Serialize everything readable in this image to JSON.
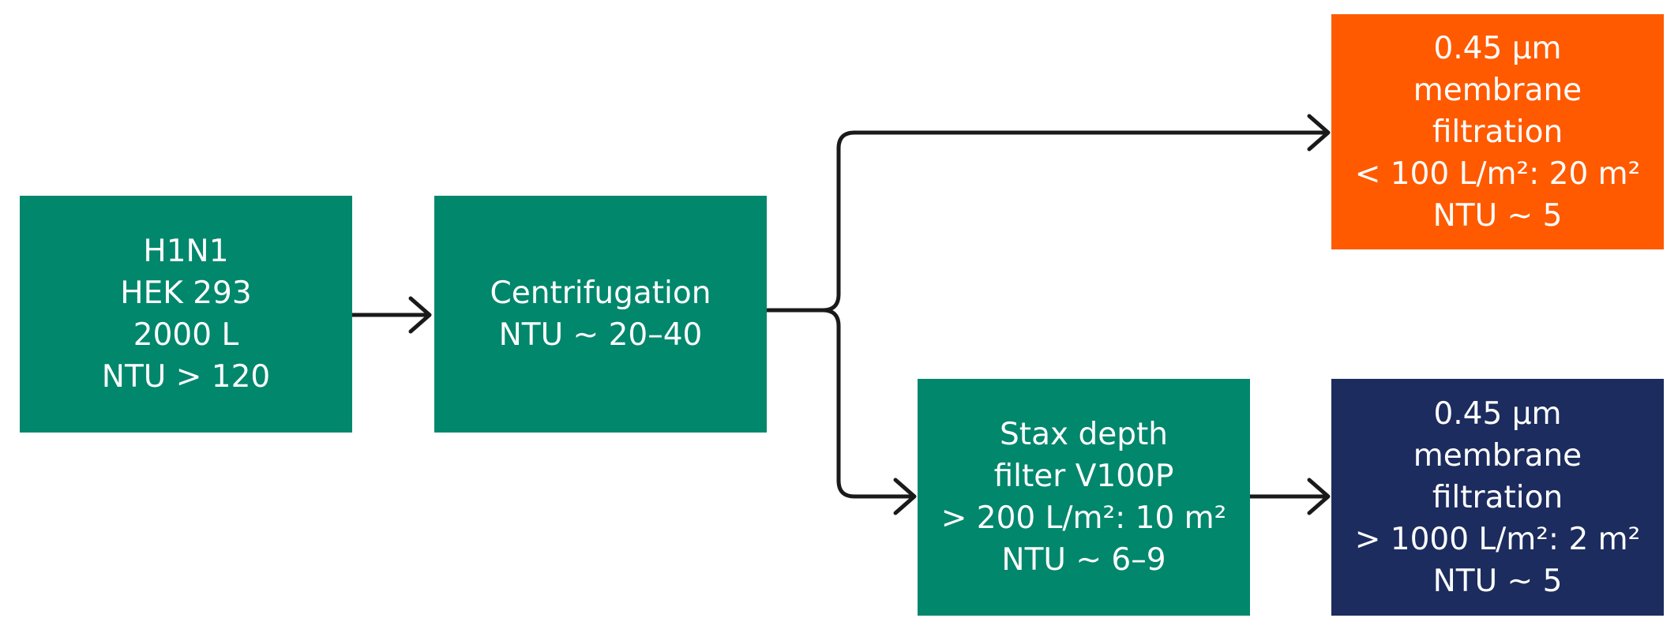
{
  "colors": {
    "green": "#00876c",
    "orange": "#ff5a00",
    "navy": "#1c2c5e",
    "connector": "#1a1a1a",
    "text": "#ffffff"
  },
  "nodes": {
    "source": {
      "color": "green",
      "lines": [
        "H1N1",
        "HEK 293",
        "2000 L",
        "NTU > 120"
      ]
    },
    "centrifugation": {
      "color": "green",
      "lines": [
        "Centrifugation",
        "NTU ~ 20–40"
      ]
    },
    "membrane_high_throughput": {
      "color": "orange",
      "lines": [
        "0.45 µm",
        "membrane",
        "filtration",
        "< 100 L/m²: 20 m²",
        "NTU ~ 5"
      ]
    },
    "stax_depth_filter": {
      "color": "green",
      "lines": [
        "Stax depth",
        "filter V100P",
        "> 200 L/m²: 10 m²",
        "NTU ~ 6–9"
      ]
    },
    "membrane_after_depth": {
      "color": "navy",
      "lines": [
        "0.45 µm",
        "membrane",
        "filtration",
        "> 1000 L/m²: 2 m²",
        "NTU ~ 5"
      ]
    }
  },
  "edges": [
    {
      "from": "source",
      "to": "centrifugation"
    },
    {
      "from": "centrifugation",
      "to": "membrane_high_throughput"
    },
    {
      "from": "centrifugation",
      "to": "stax_depth_filter"
    },
    {
      "from": "stax_depth_filter",
      "to": "membrane_after_depth"
    }
  ]
}
